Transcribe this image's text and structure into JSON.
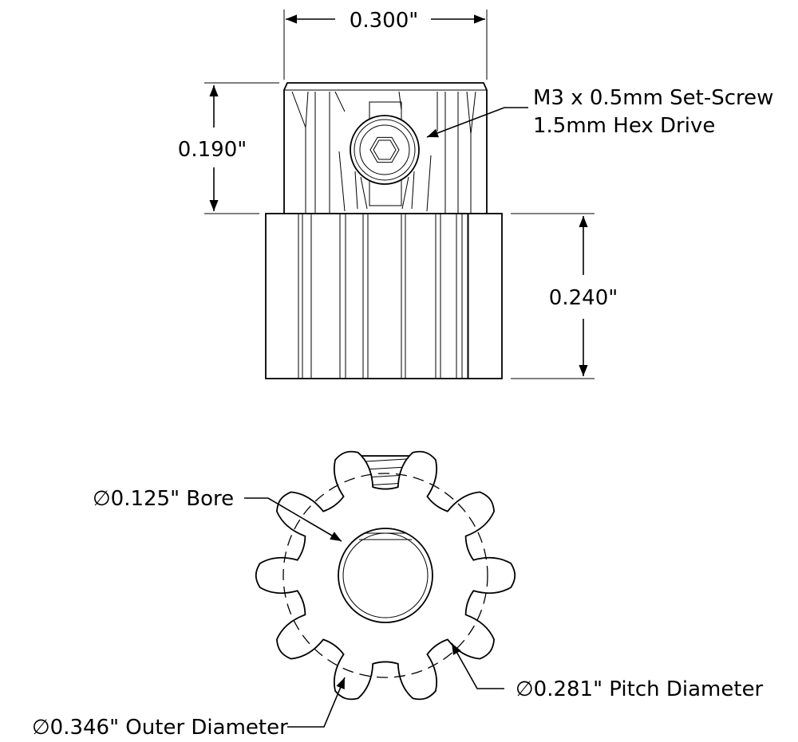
{
  "dimensions": {
    "width": "0.300\"",
    "hub_height": "0.190\"",
    "gear_height": "0.240\""
  },
  "callouts": {
    "setscrew_line1": "M3 x 0.5mm Set-Screw",
    "setscrew_line2": "1.5mm Hex Drive",
    "bore": "∅0.125\" Bore",
    "pitch_diameter": "∅0.281\" Pitch Diameter",
    "outer_diameter": "∅0.346\" Outer Diameter"
  },
  "gear": {
    "tooth_count": 10
  }
}
